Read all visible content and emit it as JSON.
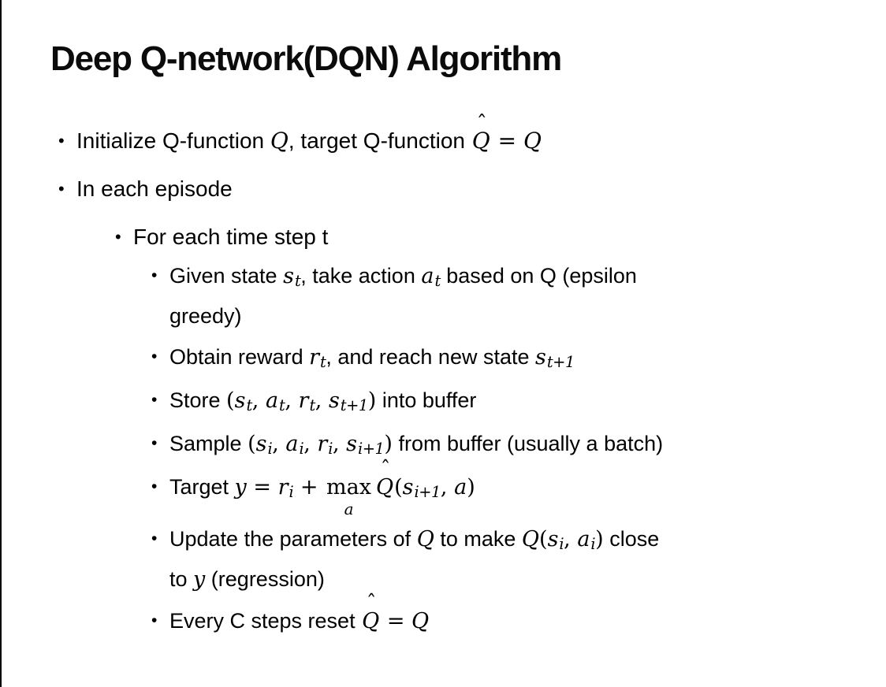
{
  "slide": {
    "title": "Deep Q-network(DQN) Algorithm",
    "background": "#ffffff",
    "border_color": "#000000",
    "text_color": "#000000",
    "bullet_glyph": "•",
    "hat_glyph": "ˆ",
    "bullets": [
      {
        "level": 1,
        "segments": [
          {
            "t": "Initialize Q-function "
          },
          {
            "m": "Q"
          },
          {
            "t": ", target Q-function "
          },
          {
            "hat": "Q"
          },
          {
            "n": " = "
          },
          {
            "m": "Q"
          }
        ]
      },
      {
        "level": 1,
        "segments": [
          {
            "t": "In each episode"
          }
        ]
      },
      {
        "level": 2,
        "segments": [
          {
            "t": "For each time step t"
          }
        ]
      },
      {
        "level": 3,
        "segments": [
          {
            "t": "Given state "
          },
          {
            "m": "s"
          },
          {
            "sub": "t"
          },
          {
            "t": ", take action "
          },
          {
            "m": "a"
          },
          {
            "sub": "t"
          },
          {
            "t": " based on Q (epsilon"
          },
          {
            "br": true
          },
          {
            "t": "greedy)"
          }
        ]
      },
      {
        "level": 3,
        "segments": [
          {
            "t": "Obtain reward "
          },
          {
            "m": "r"
          },
          {
            "sub": "t"
          },
          {
            "t": ", and reach new state "
          },
          {
            "m": "s"
          },
          {
            "sub": "t+1"
          }
        ]
      },
      {
        "level": 3,
        "segments": [
          {
            "t": "Store "
          },
          {
            "n": "("
          },
          {
            "m": "s"
          },
          {
            "sub": "t"
          },
          {
            "n": ", "
          },
          {
            "m": "a"
          },
          {
            "sub": "t"
          },
          {
            "n": ", "
          },
          {
            "m": "r"
          },
          {
            "sub": "t"
          },
          {
            "n": ", "
          },
          {
            "m": "s"
          },
          {
            "sub": "t+1"
          },
          {
            "n": ")"
          },
          {
            "t": " into buffer"
          }
        ]
      },
      {
        "level": 3,
        "segments": [
          {
            "t": "Sample "
          },
          {
            "n": "("
          },
          {
            "m": "s"
          },
          {
            "sub": "i"
          },
          {
            "n": ", "
          },
          {
            "m": "a"
          },
          {
            "sub": "i"
          },
          {
            "n": ", "
          },
          {
            "m": "r"
          },
          {
            "sub": "i"
          },
          {
            "n": ", "
          },
          {
            "m": "s"
          },
          {
            "sub": "i+1"
          },
          {
            "n": ")"
          },
          {
            "t": " from buffer (usually a batch)"
          }
        ]
      },
      {
        "level": 3,
        "segments": [
          {
            "t": "Target "
          },
          {
            "m": "y"
          },
          {
            "n": " = "
          },
          {
            "m": "r"
          },
          {
            "sub": "i"
          },
          {
            "n": " + "
          },
          {
            "maxop": {
              "op": "max",
              "under": "a"
            }
          },
          {
            "hat": "Q"
          },
          {
            "n": "("
          },
          {
            "m": "s"
          },
          {
            "sub": "i+1"
          },
          {
            "n": ", "
          },
          {
            "m": "a"
          },
          {
            "n": ")"
          }
        ]
      },
      {
        "level": 3,
        "segments": [
          {
            "t": "Update the parameters of "
          },
          {
            "m": "Q"
          },
          {
            "t": " to make "
          },
          {
            "m": "Q"
          },
          {
            "n": "("
          },
          {
            "m": "s"
          },
          {
            "sub": "i"
          },
          {
            "n": ", "
          },
          {
            "m": "a"
          },
          {
            "sub": "i"
          },
          {
            "n": ")"
          },
          {
            "t": " close"
          },
          {
            "br": true
          },
          {
            "t": "to "
          },
          {
            "m": "y"
          },
          {
            "t": " (regression)"
          }
        ]
      },
      {
        "level": 3,
        "segments": [
          {
            "t": "Every C steps reset "
          },
          {
            "hat": "Q"
          },
          {
            "n": " = "
          },
          {
            "m": "Q"
          }
        ]
      }
    ]
  }
}
